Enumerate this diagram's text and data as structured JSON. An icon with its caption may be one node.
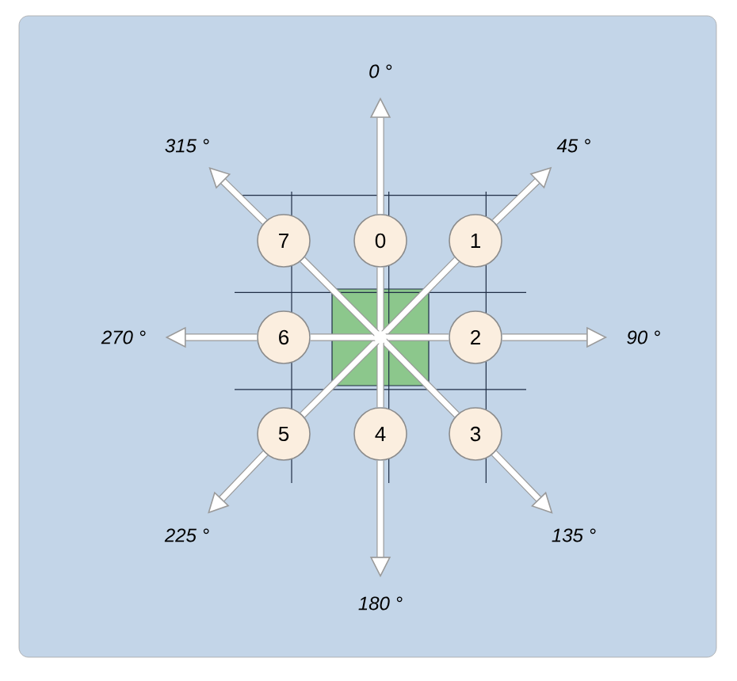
{
  "diagram": {
    "nodes": [
      {
        "text": [
          "0"
        ]
      },
      {
        "text": [
          "1"
        ]
      },
      {
        "text": [
          "2"
        ]
      },
      {
        "text": [
          "3"
        ]
      },
      {
        "text": [
          "4"
        ]
      },
      {
        "text": [
          "5"
        ]
      },
      {
        "text": [
          "6"
        ]
      },
      {
        "text": [
          "7"
        ]
      },
      {
        "text": [
          "0 °"
        ]
      },
      {
        "text": [
          "45 °"
        ]
      },
      {
        "text": [
          "90 °"
        ]
      },
      {
        "text": [
          "135 °"
        ]
      },
      {
        "text": [
          "180 °"
        ]
      },
      {
        "text": [
          "225 °"
        ]
      },
      {
        "text": [
          "270 °"
        ]
      },
      {
        "text": [
          "315 °"
        ]
      },
      {
        "text": [],
        "shape": "box"
      }
    ],
    "edges": [
      {
        "from": 16,
        "to": 0,
        "arrow": "none"
      },
      {
        "from": 0,
        "to": 8,
        "arrow": "to"
      },
      {
        "from": 16,
        "to": 1,
        "arrow": "none"
      },
      {
        "from": 1,
        "to": 9,
        "arrow": "to"
      },
      {
        "from": 16,
        "to": 2,
        "arrow": "none"
      },
      {
        "from": 2,
        "to": 10,
        "arrow": "to"
      },
      {
        "from": 16,
        "to": 3,
        "arrow": "none"
      },
      {
        "from": 3,
        "to": 11,
        "arrow": "to"
      },
      {
        "from": 16,
        "to": 4,
        "arrow": "none"
      },
      {
        "from": 4,
        "to": 12,
        "arrow": "to"
      },
      {
        "from": 16,
        "to": 5,
        "arrow": "none"
      },
      {
        "from": 5,
        "to": 13,
        "arrow": "to"
      },
      {
        "from": 16,
        "to": 6,
        "arrow": "none"
      },
      {
        "from": 6,
        "to": 14,
        "arrow": "to"
      },
      {
        "from": 16,
        "to": 7,
        "arrow": "none"
      },
      {
        "from": 7,
        "to": 15,
        "arrow": "to"
      }
    ]
  }
}
